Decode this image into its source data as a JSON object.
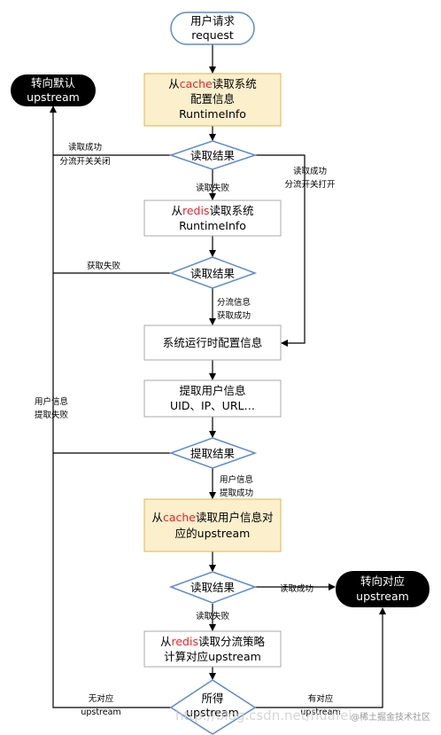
{
  "nodes": {
    "start": {
      "line1": "用户请求",
      "line2": "request"
    },
    "readCache": {
      "prefix": "从",
      "highlight": "cache",
      "suffix": "读取系统",
      "line2": "配置信息",
      "line3": "RuntimeInfo"
    },
    "decision1": {
      "label": "读取结果"
    },
    "readRedis": {
      "prefix": "从",
      "highlight": "redis",
      "suffix": "读取系统",
      "line2": "RuntimeInfo"
    },
    "decision2": {
      "label": "读取结果"
    },
    "runtimeConfig": {
      "label": "系统运行时配置信息"
    },
    "extractUser": {
      "line1": "提取用户信息",
      "line2": "UID、IP、URL…"
    },
    "decision3": {
      "label": "提取结果"
    },
    "readCacheUpstream": {
      "prefix": "从",
      "highlight": "cache",
      "suffix": "读取用户信息对",
      "line2": "应的upstream"
    },
    "decision4": {
      "label": "读取结果"
    },
    "readRedisPolicy": {
      "prefix": "从",
      "highlight": "redis",
      "suffix": "读取分流策略",
      "line2": "计算对应upstream"
    },
    "decision5": {
      "line1": "所得",
      "line2": "upstream"
    },
    "defaultUpstream": {
      "line1": "转向默认",
      "line2": "upstream"
    },
    "matchUpstream": {
      "line1": "转向对应",
      "line2": "upstream"
    }
  },
  "edges": {
    "d1_left": {
      "line1": "读取成功",
      "line2": "分流开关关闭"
    },
    "d1_right": {
      "line1": "读取成功",
      "line2": "分流开关打开"
    },
    "d1_down": {
      "label": "读取失败"
    },
    "d2_left": {
      "label": "获取失败"
    },
    "d2_down": {
      "line1": "分流信息",
      "line2": "获取成功"
    },
    "d3_left": {
      "line1": "用户信息",
      "line2": "提取失败"
    },
    "d3_down": {
      "line1": "用户信息",
      "line2": "提取成功"
    },
    "d4_right": {
      "label": "读取成功"
    },
    "d4_down": {
      "label": "读取失败"
    },
    "d5_left": {
      "line1": "无对应",
      "line2": "upstream"
    },
    "d5_right": {
      "line1": "有对应",
      "line2": "upstream"
    }
  },
  "watermark": {
    "text": "http://blog.csdn.net/huafei",
    "text2": "@稀土掘金技术社区"
  },
  "colors": {
    "highlight": "#e8232b",
    "yellowFill": "#fcefcc",
    "yellowStroke": "#e0b64f",
    "blueStroke": "#5b8bd1",
    "grayStroke": "#a9a9a9",
    "terminalFill": "#000000",
    "line": "#000000"
  }
}
